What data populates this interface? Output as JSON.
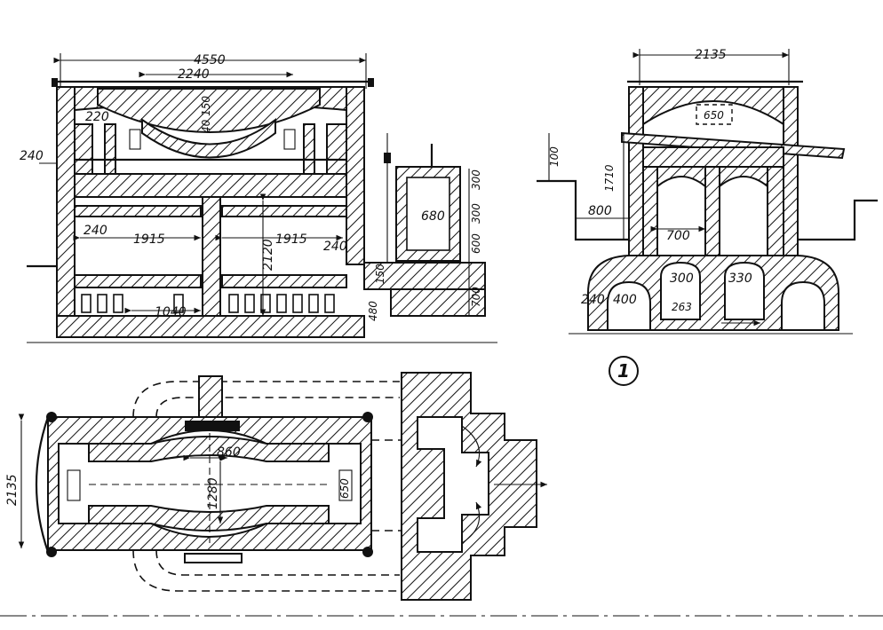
{
  "section_long": {
    "labels": {
      "d4550": "4550",
      "d2240": "2240",
      "d220": "220",
      "d240_left": "240",
      "d40_150": "40 150",
      "d240_inner": "240",
      "d1915_a": "1915",
      "d1915_b": "1915",
      "d240_right": "240",
      "d2120": "2120",
      "d1040": "1040",
      "d480": "480",
      "d300": "300",
      "d680": "680",
      "d400_box": "300",
      "d600": "600",
      "d700": "700",
      "d150": "150"
    }
  },
  "section_cross": {
    "labels": {
      "d2135": "2135",
      "d650": "650",
      "d100": "100",
      "d1710": "1710",
      "d800": "800",
      "d700": "700",
      "d300": "300",
      "d330": "330",
      "d400": "400",
      "d240": "240",
      "d263": "263"
    }
  },
  "figure_number": "1",
  "plan": {
    "labels": {
      "d2135": "2135",
      "d860": "860",
      "d1280": "1280",
      "d650": "650"
    }
  }
}
